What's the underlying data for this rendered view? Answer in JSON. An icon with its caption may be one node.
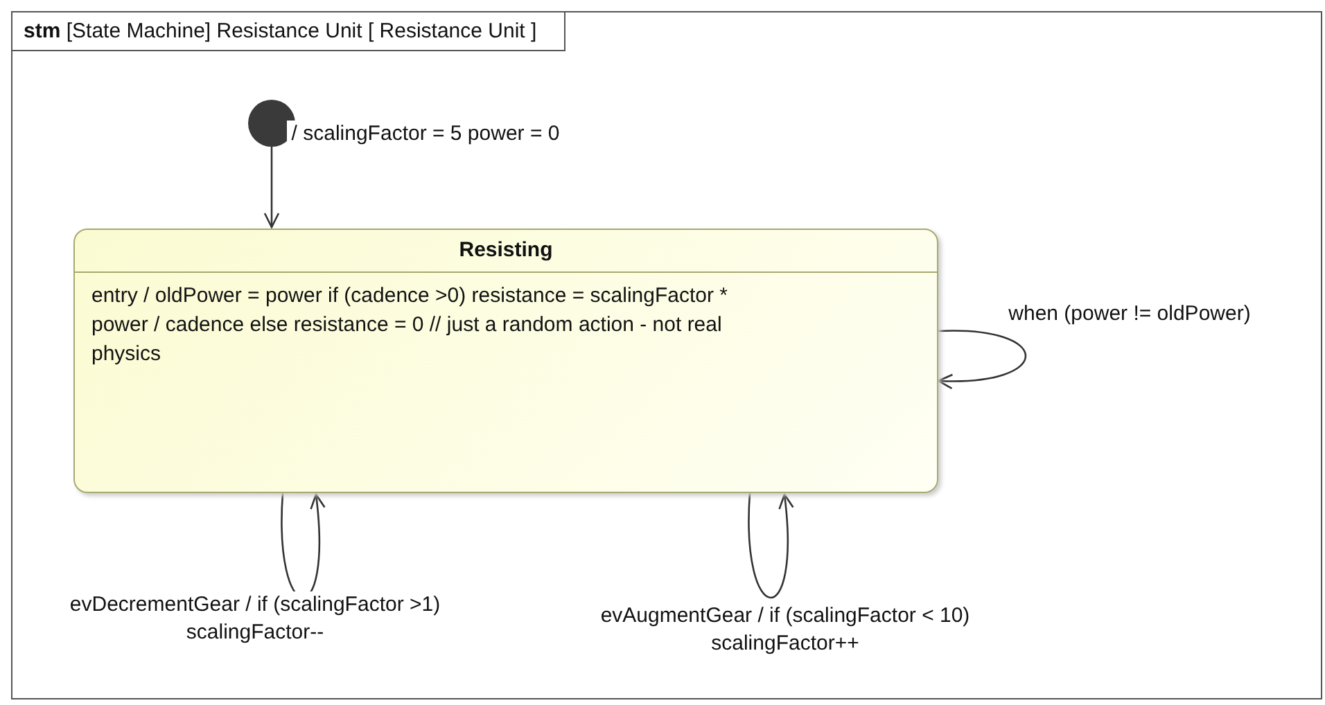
{
  "diagram": {
    "nodes": [
      {
        "text": [
          "**stm** [State Machine] Resistance Unit [ Resistance Unit ]"
        ]
      },
      {
        "text": [],
        "shape": "circle",
        "in": 0
      },
      {
        "text": [
          "Resisting",
          "entry / oldPower = power if (cadence >0) resistance = scalingFactor * power / cadence else resistance = 0 // just a random action - not real physics"
        ],
        "in": 0
      }
    ],
    "edges": [
      {
        "from": 1,
        "to": 2,
        "arrow": "to",
        "label": "/ scalingFactor = 5 power = 0"
      },
      {
        "from": 2,
        "to": 2,
        "arrow": "to",
        "label": "when (power != oldPower)"
      },
      {
        "from": 2,
        "to": 2,
        "arrow": "to",
        "label": "evDecrementGear / if (scalingFactor >1) scalingFactor--"
      },
      {
        "from": 2,
        "to": 2,
        "arrow": "to",
        "label": "evAugmentGear / if (scalingFactor < 10) scalingFactor++"
      }
    ]
  }
}
